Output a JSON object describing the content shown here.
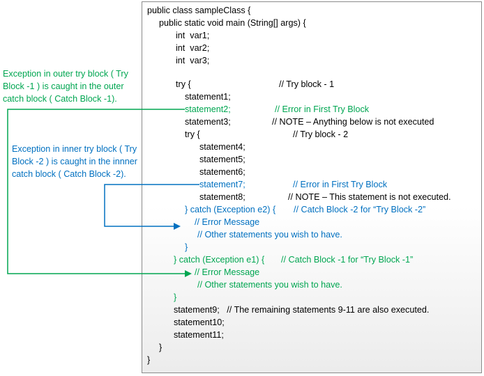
{
  "colors": {
    "black": "#000000",
    "green": "#00a651",
    "blue": "#0070c0"
  },
  "code_lines": [
    {
      "text": "public class sampleClass {",
      "color": "black"
    },
    {
      "text": "public static void main (String[] args) {",
      "color": "black"
    },
    {
      "text": "int  var1;",
      "color": "black"
    },
    {
      "text": "int  var2;",
      "color": "black"
    },
    {
      "text": "int  var3;",
      "color": "black"
    },
    {
      "text": "",
      "color": "black"
    },
    {
      "text": "try {",
      "color": "black"
    },
    {
      "text": "statement1;",
      "color": "black"
    },
    {
      "text": "statement2;",
      "color": "green"
    },
    {
      "text": "statement3;",
      "color": "black"
    },
    {
      "text": "try {",
      "color": "black"
    },
    {
      "text": "statement4;",
      "color": "black"
    },
    {
      "text": "statement5;",
      "color": "black"
    },
    {
      "text": "statement6;",
      "color": "black"
    },
    {
      "text": "statement7;",
      "color": "blue"
    },
    {
      "text": "statement8;",
      "color": "black"
    },
    {
      "text": "} catch (Exception e2) {",
      "color": "blue"
    },
    {
      "text": "// Error Message",
      "color": "blue"
    },
    {
      "text": "// Other statements you wish to have.",
      "color": "blue"
    },
    {
      "text": "}",
      "color": "blue"
    },
    {
      "text": "} catch (Exception e1) {",
      "color": "green"
    },
    {
      "text": "// Error Message",
      "color": "green"
    },
    {
      "text": "// Other statements you wish to have.",
      "color": "green"
    },
    {
      "text": "}",
      "color": "green"
    },
    {
      "text": "statement9;   // The remaining statements 9-11 are also executed.",
      "color": "black"
    },
    {
      "text": "statement10;",
      "color": "black"
    },
    {
      "text": "statement11;",
      "color": "black"
    },
    {
      "text": "}",
      "color": "black"
    },
    {
      "text": "}",
      "color": "black"
    }
  ],
  "comments": [
    {
      "text": "// Try block - 1",
      "color": "black"
    },
    {
      "text": "// Error in First Try Block",
      "color": "green"
    },
    {
      "text": "// NOTE – Anything below is not executed",
      "color": "black"
    },
    {
      "text": "// Try block - 2",
      "color": "black"
    },
    {
      "text": "// Error in First Try Block",
      "color": "blue"
    },
    {
      "text": "// NOTE – This statement is not executed.",
      "color": "black"
    },
    {
      "text": "// Catch Block -2 for “Try Block -2”",
      "color": "blue"
    },
    {
      "text": "// Catch Block -1 for “Try Block -1”",
      "color": "green"
    }
  ],
  "annotations": [
    {
      "text": "Exception in outer try block ( Try Block -1 ) is caught in the outer catch block ( Catch Block -1).",
      "color": "green"
    },
    {
      "text": "Exception in inner try block ( Try Block -2 ) is caught in the innner catch block ( Catch Block -2).",
      "color": "blue"
    }
  ]
}
